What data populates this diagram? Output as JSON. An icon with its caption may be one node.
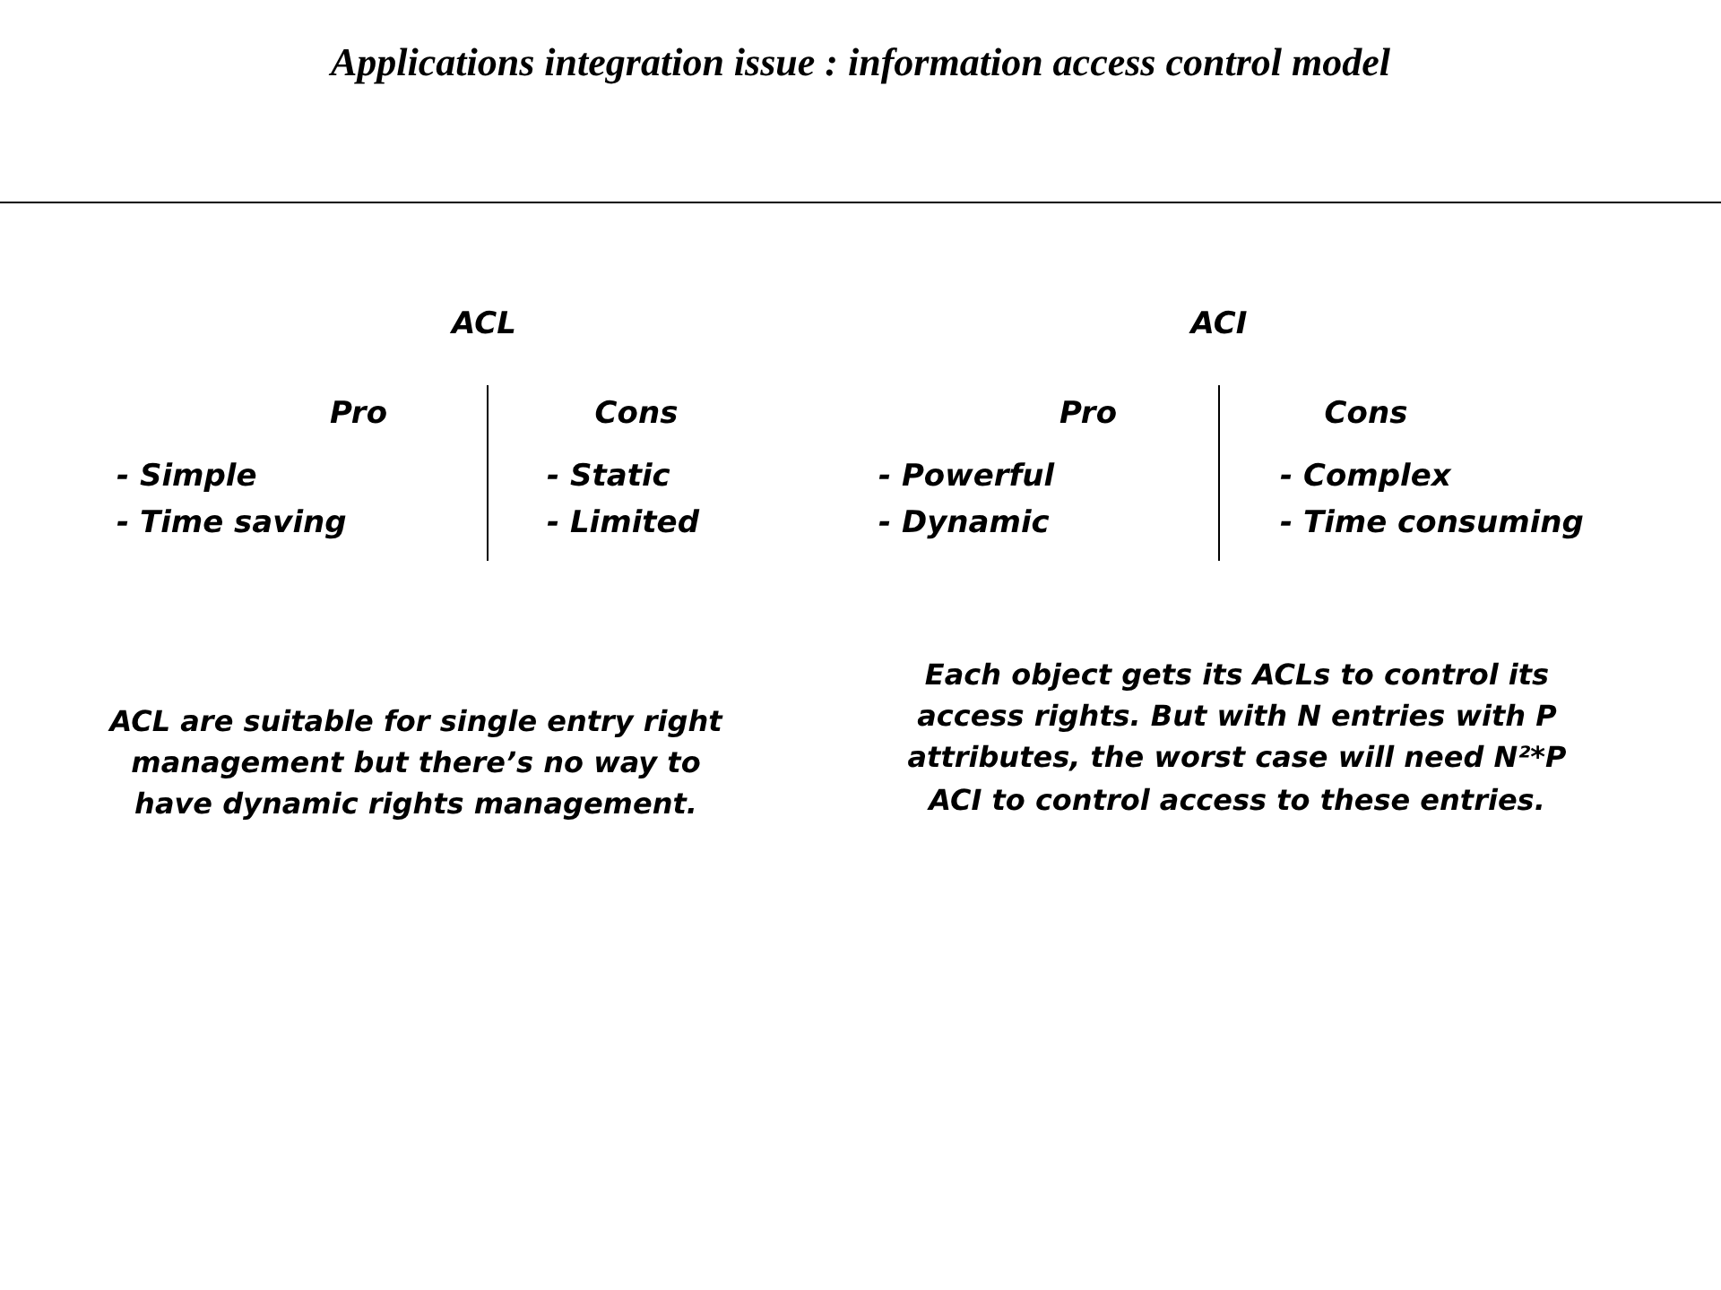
{
  "diagram": {
    "title": "Applications integration issue : information access control model",
    "labels": [
      "ACL",
      "ACI",
      "Pro",
      "Cons",
      "Pro",
      "Cons",
      "- Simple",
      "- Static",
      "- Powerful",
      "- Complex",
      "- Time saving",
      "- Limited",
      "- Dynamic",
      "- Time consuming",
      "ACL are suitable for single entry right management but there’s no way to have dynamic rights management.",
      "Each object gets its ACLs to control its access rights. But with N entries with P attributes, the worst case will need N²*P ACI to control access to these entries."
    ]
  }
}
